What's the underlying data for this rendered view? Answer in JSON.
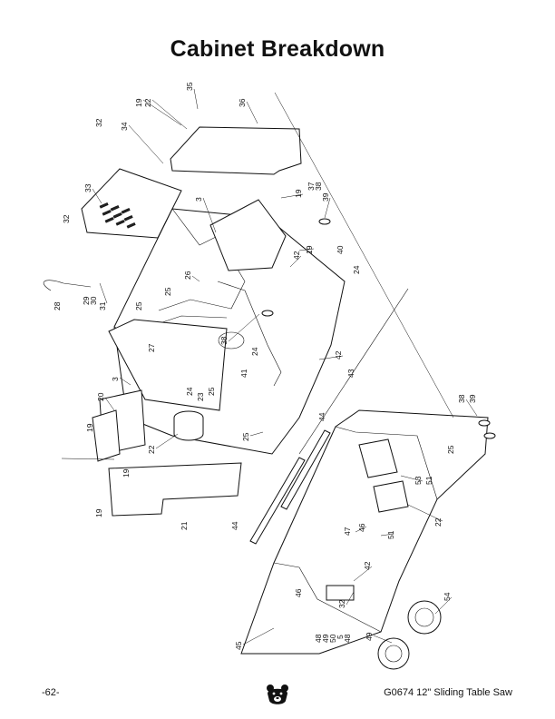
{
  "page": {
    "title": "Cabinet Breakdown",
    "page_number": "-62-",
    "model_label": "G0674 12\" Sliding Table Saw",
    "logo_icon": "bear-head-logo-icon"
  },
  "callouts": [
    "19",
    "22",
    "35",
    "36",
    "32",
    "34",
    "33",
    "32",
    "3",
    "19",
    "37",
    "38",
    "39",
    "28",
    "29",
    "30",
    "31",
    "26",
    "25",
    "25",
    "42",
    "19",
    "40",
    "24",
    "38",
    "27",
    "24",
    "41",
    "42",
    "43",
    "3",
    "20",
    "19",
    "24",
    "23",
    "25",
    "22",
    "25",
    "44",
    "38",
    "39",
    "25",
    "19",
    "19",
    "21",
    "44",
    "53",
    "51",
    "22",
    "51",
    "46",
    "47",
    "46",
    "42",
    "32",
    "54",
    "45",
    "48",
    "49",
    "50",
    "5",
    "48",
    "49"
  ]
}
